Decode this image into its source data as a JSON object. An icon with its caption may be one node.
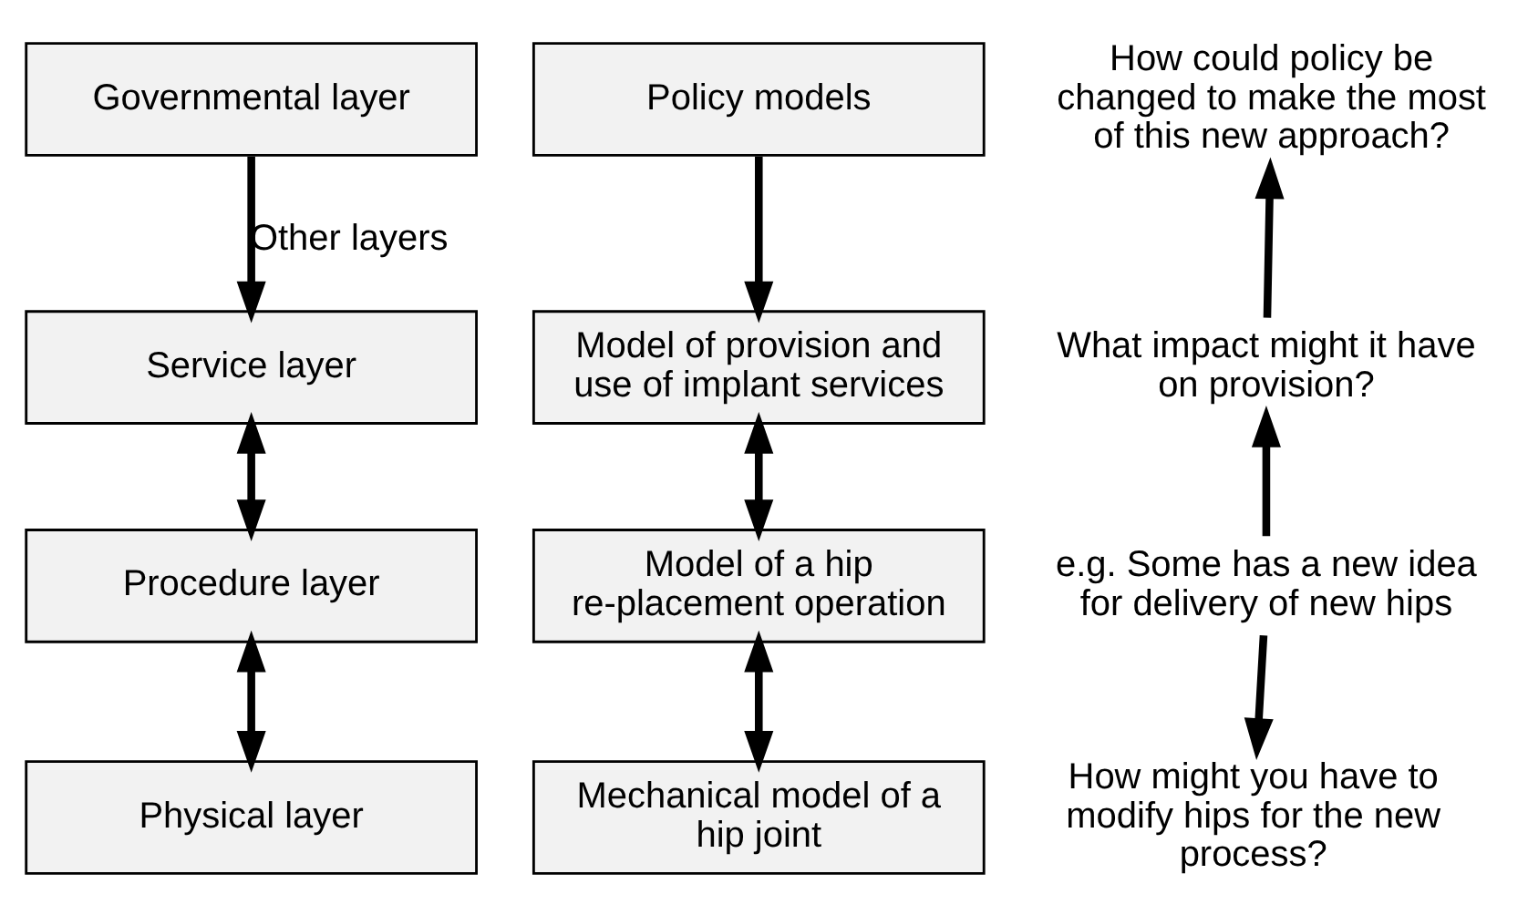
{
  "diagram": {
    "nodes": [
      {
        "text": [
          "Governmental layer"
        ]
      },
      {
        "text": [
          "Policy models"
        ]
      },
      {
        "text": [
          "Service layer"
        ]
      },
      {
        "text": [
          "Model of provision and use of implant services"
        ]
      },
      {
        "text": [
          "Procedure layer"
        ]
      },
      {
        "text": [
          "Model of a hip re-placement operation"
        ]
      },
      {
        "text": [
          "Physical layer"
        ]
      },
      {
        "text": [
          "Mechanical model of a hip joint"
        ]
      },
      {
        "text": [
          "How could policy be changed to make the most of this new approach?"
        ]
      },
      {
        "text": [
          "What impact might it have on provision?"
        ]
      },
      {
        "text": [
          "e.g. Some has a new idea for delivery of new hips"
        ]
      },
      {
        "text": [
          "How might you have to modify hips for the new process?"
        ]
      }
    ],
    "edges": [
      {
        "from": 0,
        "to": 2,
        "arrow": "to",
        "label": "Other layers"
      },
      {
        "from": 1,
        "to": 3,
        "arrow": "to"
      },
      {
        "from": 2,
        "to": 4,
        "arrow": "both"
      },
      {
        "from": 3,
        "to": 5,
        "arrow": "both"
      },
      {
        "from": 4,
        "to": 6,
        "arrow": "both"
      },
      {
        "from": 5,
        "to": 7,
        "arrow": "both"
      },
      {
        "from": 10,
        "to": 9,
        "arrow": "to"
      },
      {
        "from": 9,
        "to": 8,
        "arrow": "to"
      },
      {
        "from": 10,
        "to": 11,
        "arrow": "to"
      }
    ]
  }
}
